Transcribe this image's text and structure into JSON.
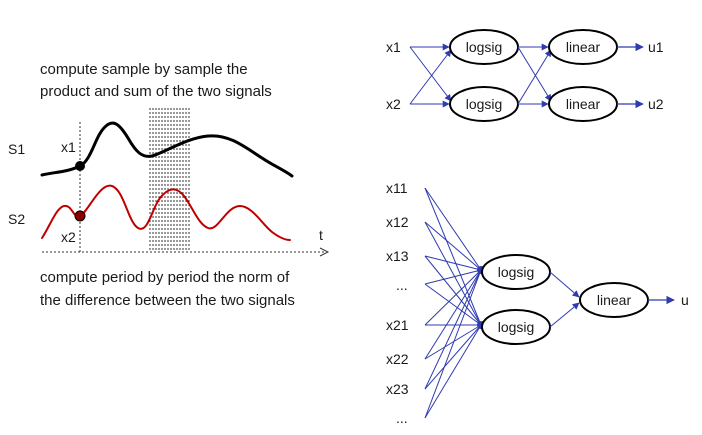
{
  "left": {
    "caption_top_line1": "compute sample by sample the",
    "caption_top_line2": "product and sum of the two signals",
    "s1_label": "S1",
    "s2_label": "S2",
    "x1_label": "x1",
    "x2_label": "x2",
    "t_label": "t",
    "caption_bottom_line1": "compute period by period the norm of",
    "caption_bottom_line2": "the difference between the two signals",
    "colors": {
      "s1": "#000000",
      "s2": "#c00000",
      "marker2": "#8b0000"
    }
  },
  "net_top": {
    "inputs": [
      "x1",
      "x2"
    ],
    "hidden": [
      "logsig",
      "logsig"
    ],
    "output_nodes": [
      "linear",
      "linear"
    ],
    "outputs": [
      "u1",
      "u2"
    ]
  },
  "net_bottom": {
    "inputs": [
      "x11",
      "x12",
      "x13",
      "...",
      "x21",
      "x22",
      "x23",
      "..."
    ],
    "hidden": [
      "logsig",
      "logsig"
    ],
    "output_node": "linear",
    "output": "u"
  },
  "colors": {
    "edge": "#2f3bb0"
  }
}
